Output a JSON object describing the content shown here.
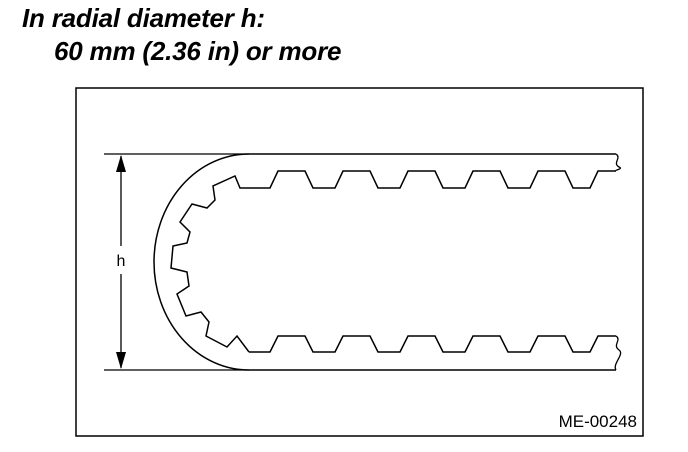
{
  "instruction": {
    "line1": "In radial diameter h:",
    "line2": "60 mm (2.36 in) or more"
  },
  "diagram": {
    "dimension_label": "h",
    "figure_id": "ME-00248"
  }
}
